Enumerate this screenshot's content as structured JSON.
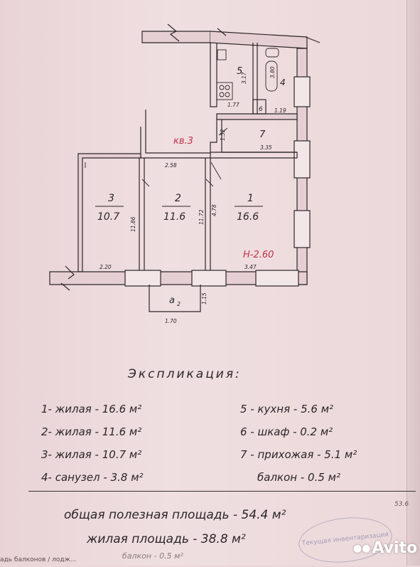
{
  "room_labels": {
    "r1_num": "1",
    "r1_area": "16.6",
    "r2_num": "2",
    "r2_area": "11.6",
    "r3_num": "3",
    "r3_area": "10.7",
    "r4_num": "4",
    "r5_num": "5",
    "r6_num": "6",
    "r7_num": "7"
  },
  "dimensions": {
    "d_317": "3.17",
    "d_177": "1.77",
    "d_119": "1.19",
    "d_180": "3.80",
    "d_152": "1.52",
    "d_335": "3.35",
    "d_258": "2.58",
    "d_186": "11.86",
    "d_472": "11.72",
    "d_478": "4.78",
    "d_220": "2.20",
    "d_347": "3.47",
    "d_115": "1.15",
    "d_170": "1.70"
  },
  "annotations": {
    "kv": "кв.3",
    "height": "Н-2.60",
    "balcony_mark": "а",
    "balcony_sub": "2"
  },
  "legend": {
    "title": "Экспликация:",
    "items_left": [
      "1- жилая - 16.6 м²",
      "2- жилая - 11.6 м²",
      "3- жилая - 10.7 м²",
      "4- санузел - 3.8 м²"
    ],
    "items_right": [
      "5 - кухня - 5.6 м²",
      "6 - шкаф - 0.2 м²",
      "7 - прихожая - 5.1 м²",
      "балкон - 0.5 м²"
    ]
  },
  "totals": {
    "useful": "общая полезная площадь - 54.4 м²",
    "useful_note": "53.6",
    "living": "жилая площадь - 38.8 м²",
    "crossed": "балкон - 0.5 м²"
  },
  "footer": "адь балконов / лодж...",
  "watermark": {
    "brand": "Avito",
    "stamp": "Текущая инвентаризация"
  },
  "colors": {
    "paper": "#ead6d8",
    "ink": "#2c2628",
    "height_mark": "#c0314a"
  }
}
